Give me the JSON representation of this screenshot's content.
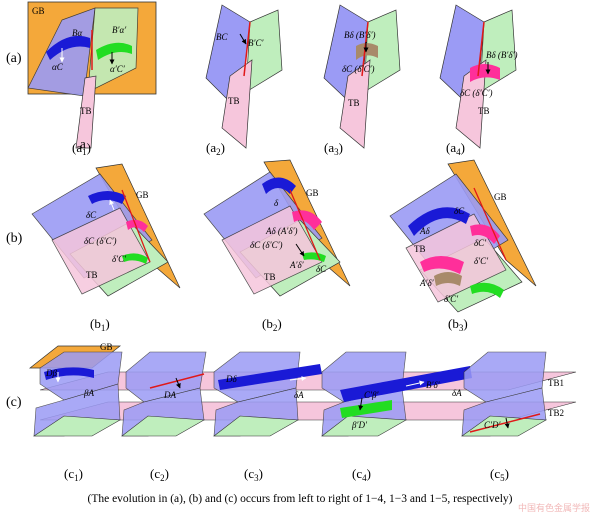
{
  "row_labels": [
    "(a)",
    "(b)",
    "(c)"
  ],
  "subfigures": {
    "a1": {
      "sub": "a",
      "idx": "1",
      "gb": "GB",
      "tb": "TB",
      "l1": "Bα",
      "l2": "B′α′",
      "l3": "αC",
      "l4": "α′C′"
    },
    "a2": {
      "sub": "a",
      "idx": "2",
      "tb": "TB",
      "l1": "BC",
      "l2": "B′C′"
    },
    "a3": {
      "sub": "a",
      "idx": "3",
      "tb": "TB",
      "l1": "Bδ (B′δ′)",
      "l2": "δC (δ′C′)"
    },
    "a4": {
      "sub": "a",
      "idx": "4",
      "tb": "TB",
      "l1": "Bδ (B′δ′)",
      "l2": "δC (δ′C′)"
    },
    "b1": {
      "sub": "b",
      "idx": "1",
      "gb": "GB",
      "tb": "TB",
      "l1": "δC",
      "l2": "δC (δ′C′)",
      "l3": "δ′C′"
    },
    "b2": {
      "sub": "b",
      "idx": "2",
      "gb": "GB",
      "tb": "TB",
      "l1": "δ",
      "l2": "Aδ (A′δ′)",
      "l3": "δC (δ′C′)",
      "l4": "A′δ′",
      "l5": "δC"
    },
    "b3": {
      "sub": "b",
      "idx": "3",
      "gb": "GB",
      "tb": "TB",
      "l1": "δC",
      "l2": "Aδ",
      "l3": "δC′",
      "l4": "A′δ′",
      "l5": "δ′C′",
      "l6": "δ′C′"
    },
    "c1": {
      "sub": "c",
      "idx": "1",
      "gb": "GB",
      "l1": "Dβ",
      "l2": "βA"
    },
    "c2": {
      "sub": "c",
      "idx": "2",
      "l1": "DA"
    },
    "c3": {
      "sub": "c",
      "idx": "3",
      "l1": "Dδ",
      "l2": "δA"
    },
    "c4": {
      "sub": "c",
      "idx": "4",
      "l1": "C′β′",
      "l2": "B′δ′",
      "l3": "β′D′",
      "l4": "δA"
    },
    "c5": {
      "sub": "c",
      "idx": "5",
      "l1": "C′D′"
    }
  },
  "tb_labels": {
    "tb1": "TB1",
    "tb2": "TB2"
  },
  "caption": "(The evolution in (a), (b) and (c) occurs from left to right of 1−4, 1−3 and 1−5, respectively)",
  "watermark": "中国有色金属学报",
  "colors": {
    "grain_boundary": "#f4a83a",
    "plane_blue": "#9b9bf5",
    "plane_green": "#bfeebd",
    "plane_pink": "#f6c6dc",
    "dislocation_blue": "#1a1ad6",
    "dislocation_green": "#22dd22",
    "dislocation_magenta": "#ff2f9a",
    "dislocation_brown": "#a88a6a",
    "line_red": "#e01818"
  }
}
